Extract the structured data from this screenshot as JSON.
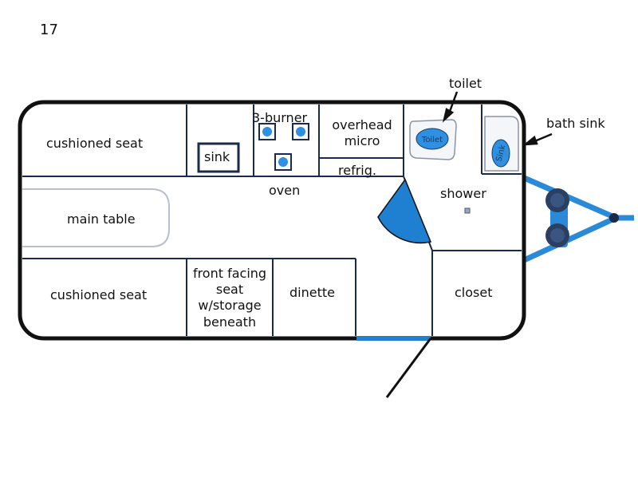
{
  "page_number": "17",
  "labels": {
    "cushioned_seat_top": "cushioned seat",
    "sink": "sink",
    "three_burner": "3-burner",
    "overhead_micro_line1": "overhead",
    "overhead_micro_line2": "micro",
    "refrig": "refrig.",
    "oven": "oven",
    "main_table": "main table",
    "cushioned_seat_bottom": "cushioned seat",
    "front_facing_line1": "front facing",
    "front_facing_line2": "seat",
    "front_facing_line3": "w/storage",
    "front_facing_line4": "beneath",
    "dinette": "dinette",
    "toilet_callout": "toilet",
    "bath_sink_callout": "bath sink",
    "shower": "shower",
    "closet": "closet",
    "toilet_fixture_text": "Toilet",
    "sink_fixture_text": "Sink"
  },
  "colors": {
    "wall": "#111111",
    "accent_blue": "#1f7fd0",
    "hitch_blue": "#2b8ad8",
    "wheel_dark": "#2b3f63",
    "fixture_fill": "#2f8fe0"
  }
}
